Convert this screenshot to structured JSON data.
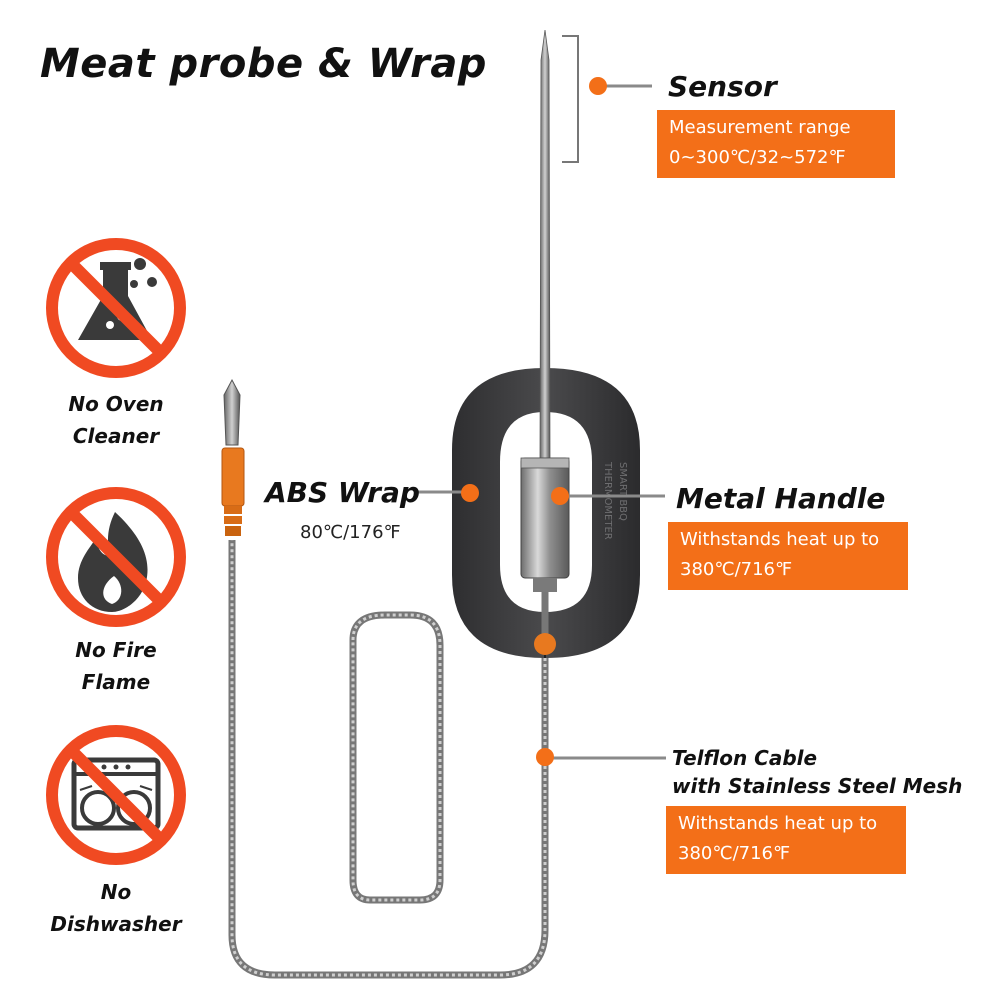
{
  "title": "Meat probe & Wrap",
  "sensor": {
    "label": "Sensor",
    "spec_lines": [
      "Measurement range",
      "0~300℃/32~572℉"
    ]
  },
  "abs_wrap": {
    "label": "ABS Wrap",
    "spec": "80℃/176℉",
    "emboss_text": [
      "SMART BBQ",
      "THERMOMETER"
    ]
  },
  "metal_handle": {
    "label": "Metal Handle",
    "spec_lines": [
      "Withstands heat up to",
      "380℃/716℉"
    ]
  },
  "cable": {
    "label_lines": [
      "Telflon Cable",
      "with Stainless Steel Mesh"
    ],
    "spec_lines": [
      "Withstands heat up to",
      "380℃/716℉"
    ]
  },
  "warnings": [
    {
      "icon": "no-oven-cleaner-icon",
      "caption_lines": [
        "No Oven",
        "Cleaner"
      ]
    },
    {
      "icon": "no-fire-flame-icon",
      "caption_lines": [
        "No Fire",
        "Flame"
      ]
    },
    {
      "icon": "no-dishwasher-icon",
      "caption_lines": [
        "No",
        "Dishwasher"
      ]
    }
  ],
  "colors": {
    "accent": "#f36f18",
    "wrap": "#3a3a3c",
    "metal": "#9a9a9a"
  }
}
